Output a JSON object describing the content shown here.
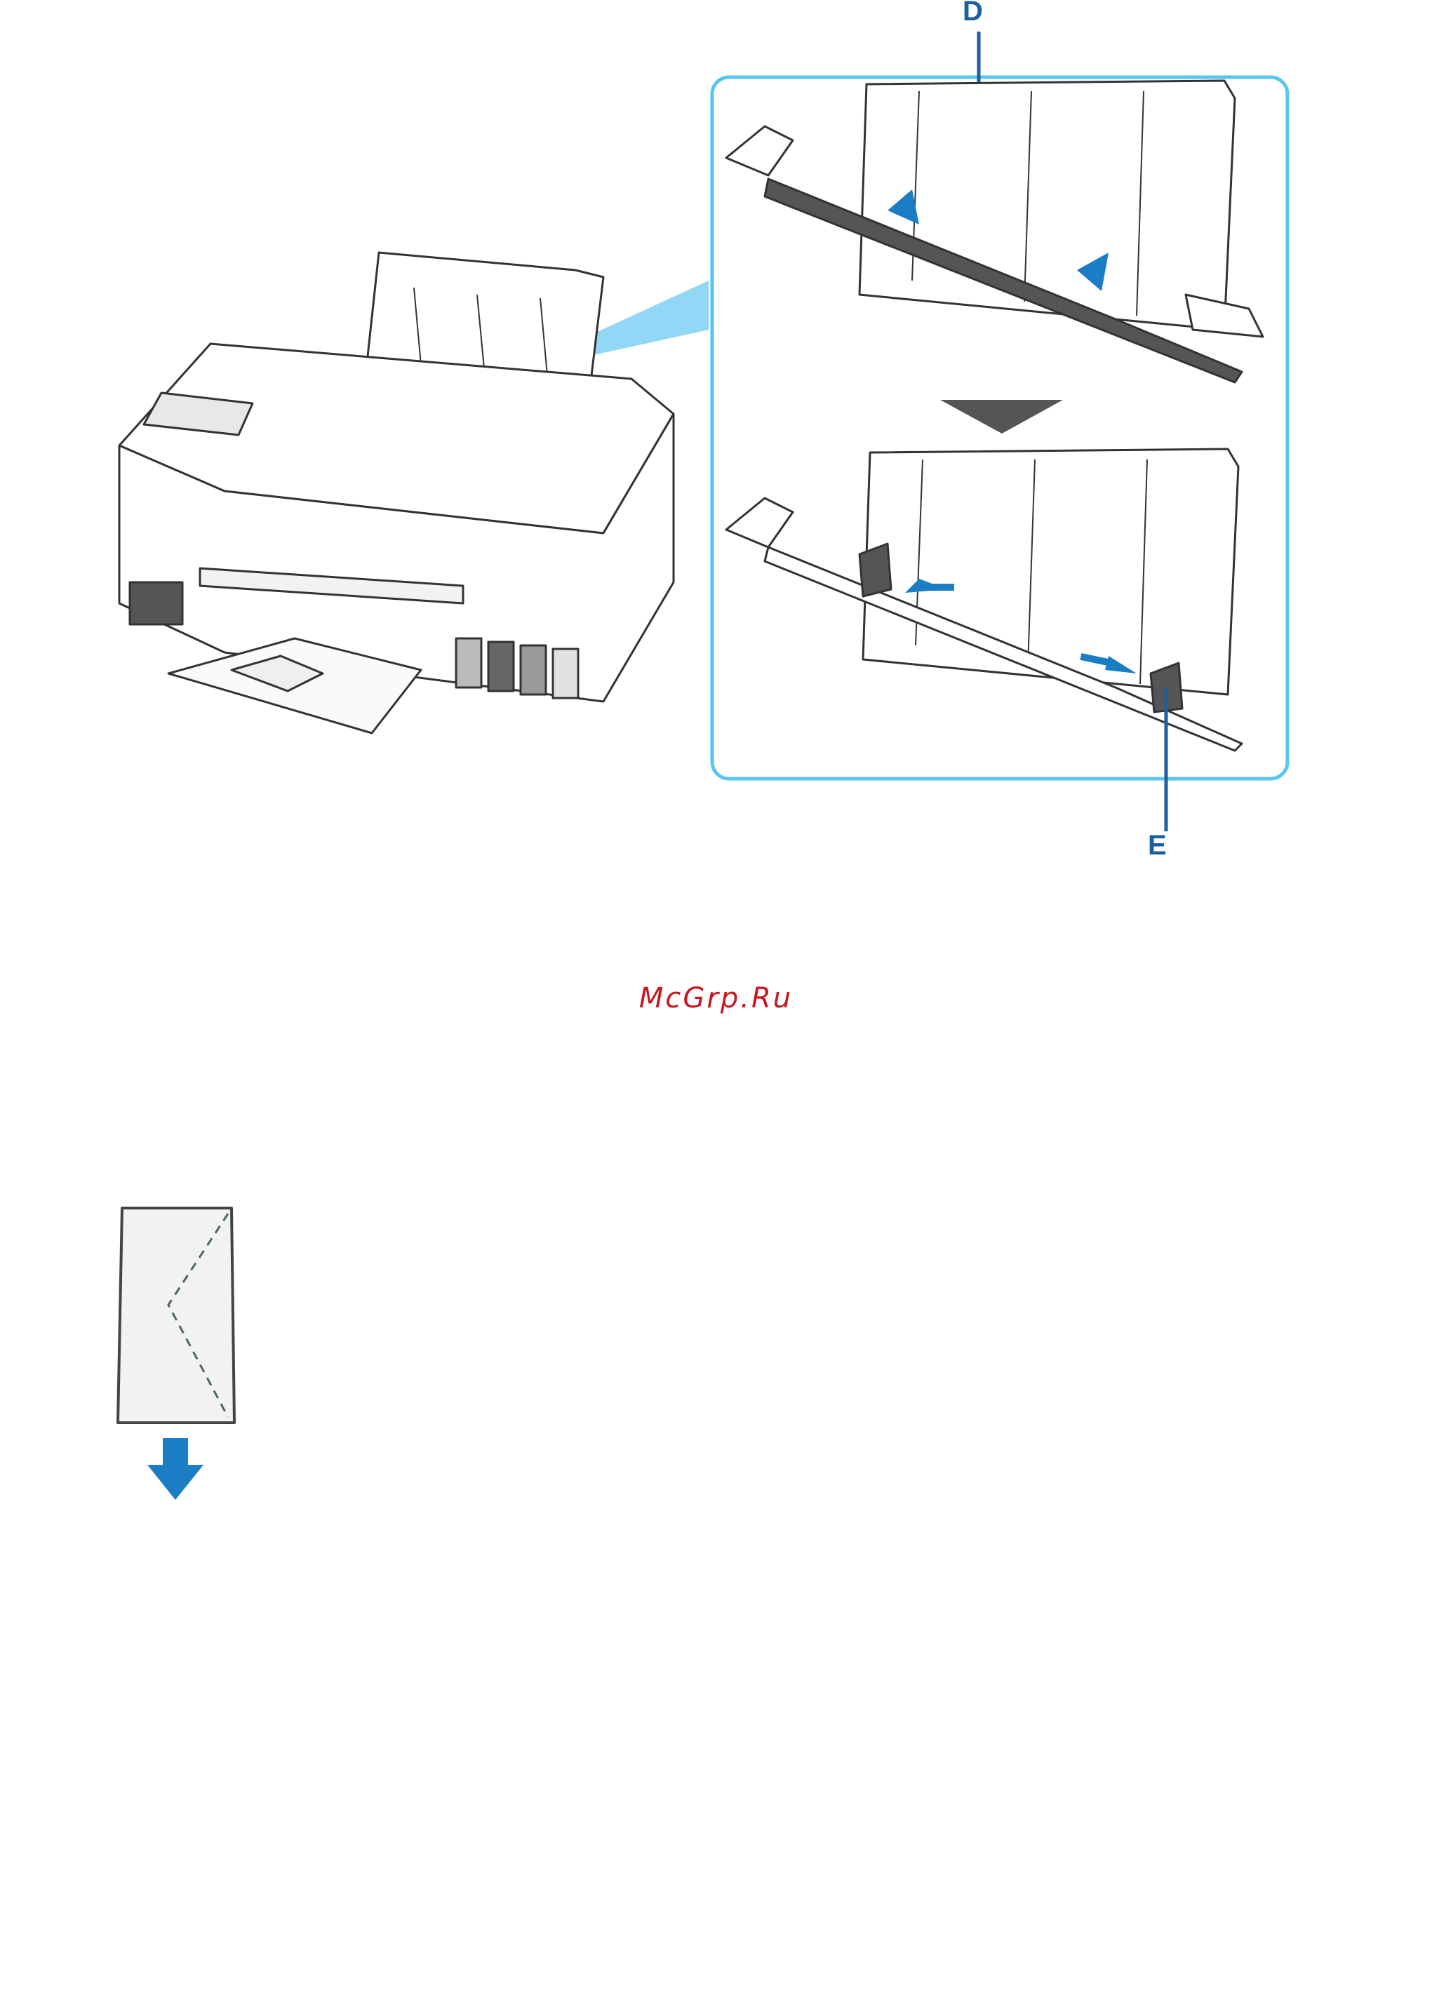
{
  "figure1": {
    "callouts": {
      "d": "D",
      "e": "E"
    },
    "accent_color": "#58c4f0",
    "arrow_color": "#1b7ec4"
  },
  "watermark": {
    "text": "McGrp.Ru",
    "color": "#c8161e"
  },
  "figure2": {
    "direction_arrow": "arrow-down-icon",
    "arrow_color": "#1b7ec4"
  }
}
